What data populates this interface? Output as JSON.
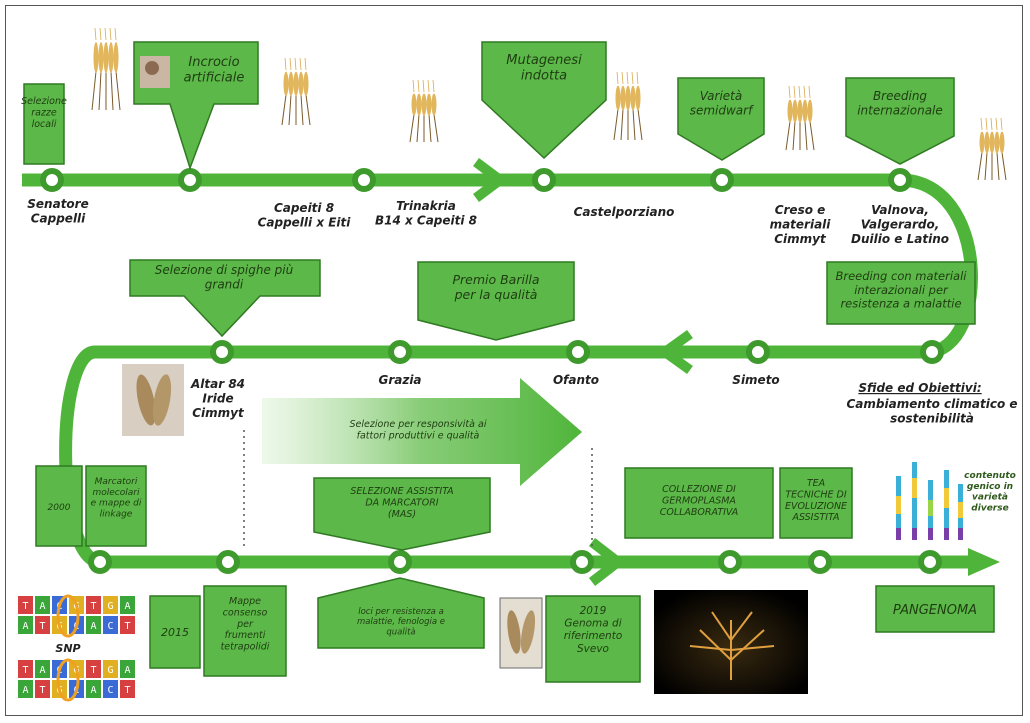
{
  "colors": {
    "track": "#4fb53a",
    "box_fill": "#5cb848",
    "box_border": "#2f7a22",
    "node_fill": "#ffffff",
    "text": "#222222"
  },
  "row1": {
    "boxes": {
      "selezione_razze": "Selezione\nrazze\nlocali",
      "incrocio": "Incrocio\nartificiale",
      "mutagenesi": "Mutagenesi\nindotta",
      "semidwarf": "Varietà\nsemidwarf",
      "breeding_int": "Breeding\ninternazionale"
    },
    "labels": {
      "senatore": "Senatore\nCappelli",
      "capeiti": "Capeiti 8\nCappelli x Eiti",
      "trinakria": "Trinakria\nB14 x Capeiti 8",
      "castelporziano": "Castelporziano",
      "creso": "Creso e\nmateriali\nCimmyt",
      "valnova": "Valnova,\nValgerardo,\nDuilio e Latino"
    }
  },
  "row2": {
    "boxes": {
      "spighe": "Selezione di spighe più\ngrandi",
      "barilla": "Premio Barilla\nper la qualità",
      "breeding_mat": "Breeding con materiali\ninterazionali per\nresistenza a malattie"
    },
    "labels": {
      "altar": "Altar 84\nIride\nCimmyt",
      "grazia": "Grazia",
      "ofanto": "Ofanto",
      "simeto": "Simeto",
      "sfide_title": "Sfide ed Obiettivi:",
      "sfide_body": "Cambiamento climatico e\nsostenibilità"
    },
    "arrow_text": "Selezione per responsività ai\nfattori produttivi e qualità"
  },
  "row3": {
    "boxes": {
      "y2000": "2000",
      "marcatori": "Marcatori\nmolecolari\ne mappe di\nlinkage",
      "mas": "SELEZIONE ASSISTITA\nDA MARCATORI\n(MAS)",
      "collezione": "COLLEZIONE DI\nGERMOPLASMA\nCOLLABORATIVA",
      "tea": "TEA\nTECNICHE DI\nEVOLUZIONE\nASSISTITA",
      "y2015": "2015",
      "mappe": "Mappe\nconsenso\nper\nfrumenti\ntetrapolidi",
      "loci": "loci per resistenza a\nmalattie, fenologia e\nqualità",
      "y2019": "2019\nGenoma di\nriferimento\nSvevo",
      "pangenoma": "PANGENOMA"
    },
    "labels": {
      "snp": "SNP",
      "contenuto": "contenuto\ngenico in\nvarietà\ndiverse"
    },
    "dna_top": [
      "T",
      "A",
      "C",
      "G",
      "T",
      "G",
      "A"
    ],
    "dna_bottom": [
      "A",
      "T",
      "G",
      "C",
      "A",
      "C",
      "T"
    ]
  }
}
